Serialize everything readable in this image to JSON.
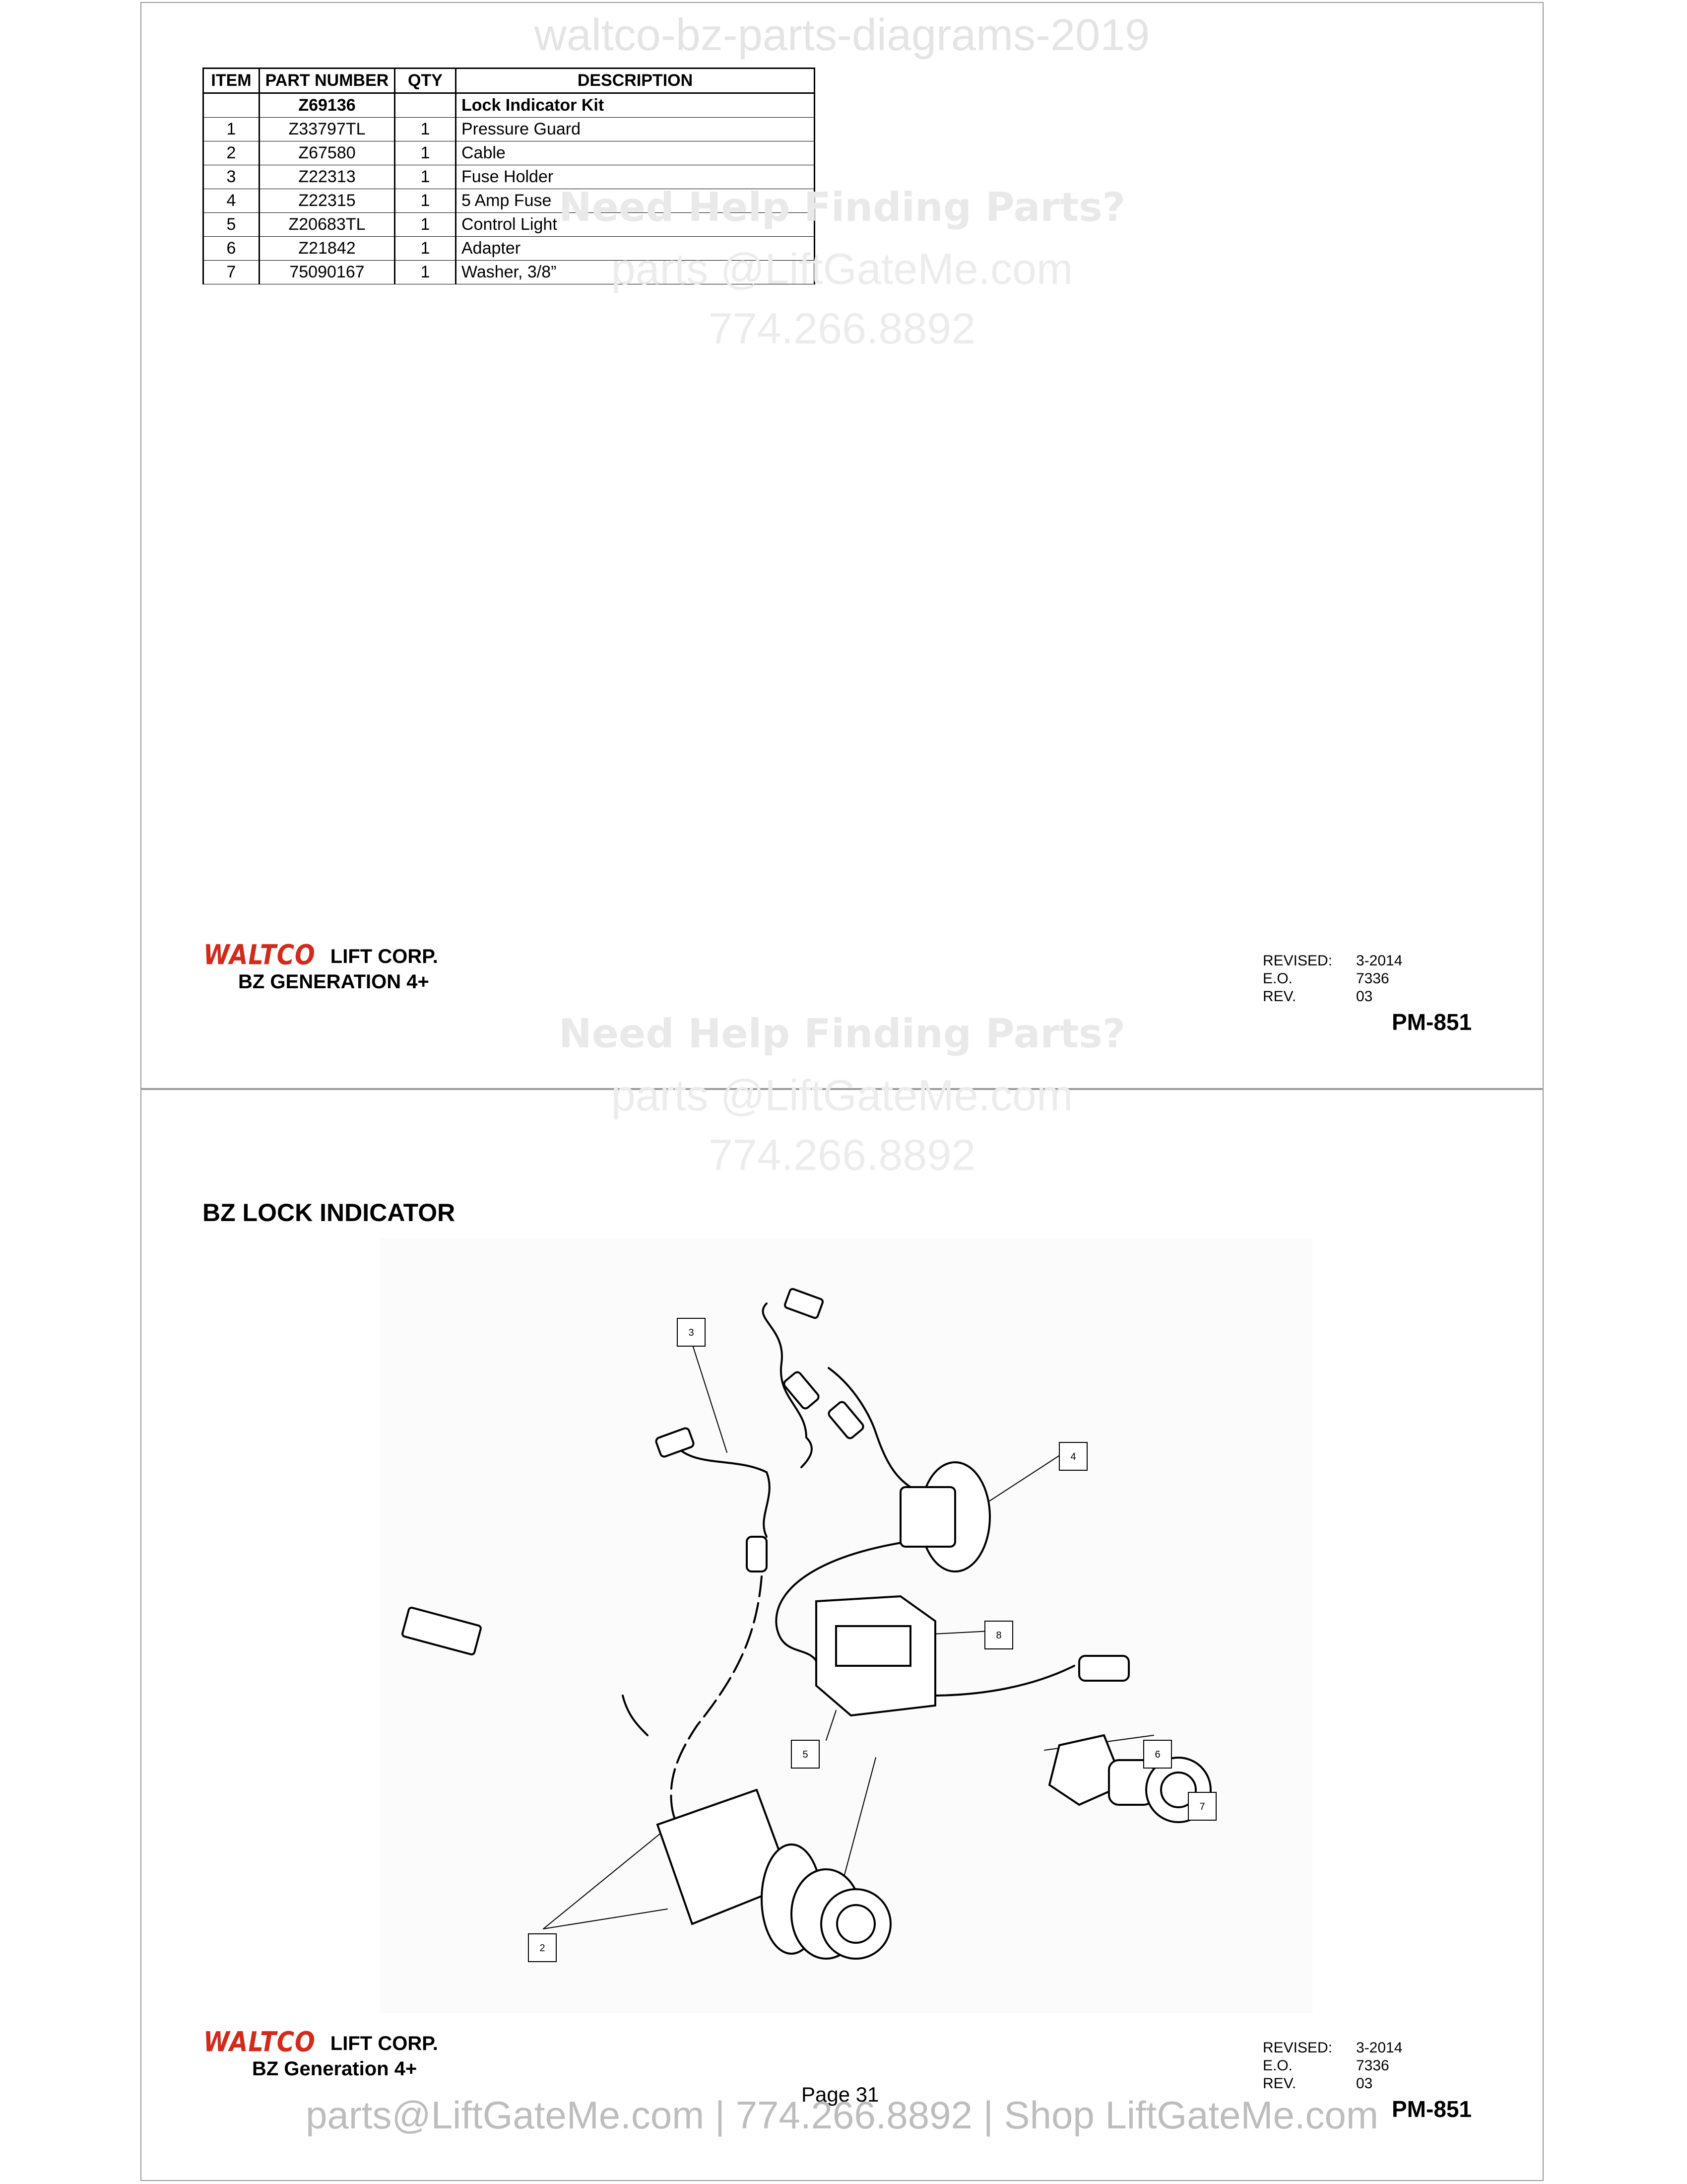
{
  "watermark": {
    "title": "waltco-bz-parts-diagrams-2019",
    "help": "Need Help Finding Parts?",
    "email": "parts @LiftGateMe.com",
    "phone": "774.266.8892"
  },
  "parts_table": {
    "headers": [
      "ITEM",
      "PART NUMBER",
      "QTY",
      "DESCRIPTION"
    ],
    "kit": {
      "item": "",
      "part": "Z69136",
      "qty": "",
      "desc": "Lock Indicator Kit"
    },
    "rows": [
      {
        "item": "1",
        "part": "Z33797TL",
        "qty": "1",
        "desc": "Pressure Guard"
      },
      {
        "item": "2",
        "part": "Z67580",
        "qty": "1",
        "desc": "Cable"
      },
      {
        "item": "3",
        "part": "Z22313",
        "qty": "1",
        "desc": "Fuse Holder"
      },
      {
        "item": "4",
        "part": "Z22315",
        "qty": "1",
        "desc": "5 Amp Fuse"
      },
      {
        "item": "5",
        "part": "Z20683TL",
        "qty": "1",
        "desc": "Control Light"
      },
      {
        "item": "6",
        "part": "Z21842",
        "qty": "1",
        "desc": "Adapter"
      },
      {
        "item": "7",
        "part": "75090167",
        "qty": "1",
        "desc": "Washer, 3/8”"
      }
    ]
  },
  "top_footer": {
    "logo": "WALTCO",
    "corp": "LIFT CORP.",
    "generation": "BZ GENERATION 4+",
    "revised_label": "REVISED:",
    "revised_value": "3-2014",
    "eo_label": "E.O.",
    "eo_value": "7336",
    "rev_label": "REV.",
    "rev_value": "03",
    "pm": "PM-851"
  },
  "bottom_page": {
    "title": "BZ LOCK INDICATOR",
    "callouts": [
      "3",
      "4",
      "8",
      "5",
      "6",
      "7",
      "2"
    ]
  },
  "bottom_footer": {
    "logo": "WALTCO",
    "corp": "LIFT CORP.",
    "generation": "BZ Generation 4+",
    "revised_label": "REVISED:",
    "revised_value": "3-2014",
    "eo_label": "E.O.",
    "eo_value": "7336",
    "rev_label": "REV.",
    "rev_value": "03",
    "pm": "PM-851",
    "page": "Page 31"
  },
  "footer_watermark": "parts@LiftGateMe.com | 774.266.8892 | Shop LiftGateMe.com",
  "colors": {
    "logo_red": "#d32a1c",
    "border": "#9a9a9a",
    "watermark": "#e4e4e4"
  }
}
